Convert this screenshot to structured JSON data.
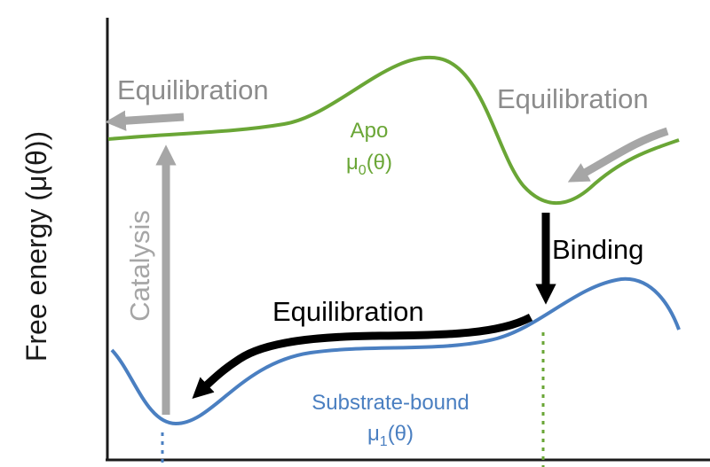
{
  "axis": {
    "ylabel": "Free energy (μ(θ))"
  },
  "curves": {
    "apo": {
      "name": "Apo",
      "symbol": "μ",
      "subscript": "0",
      "arg": "(θ)",
      "color": "#6aa636"
    },
    "bound": {
      "name": "Substrate-bound",
      "symbol": "μ",
      "subscript": "1",
      "arg": "(θ)",
      "color": "#4a7fc1"
    }
  },
  "labels": {
    "equilibration_top_left": "Equilibration",
    "equilibration_top_right": "Equilibration",
    "equilibration_bottom": "Equilibration",
    "binding": "Binding",
    "catalysis": "Catalysis"
  },
  "colors": {
    "gray_arrow": "#a6a6a6",
    "gray_text": "#8c8c8c",
    "black": "#000000",
    "axis": "#1a1a1a"
  }
}
